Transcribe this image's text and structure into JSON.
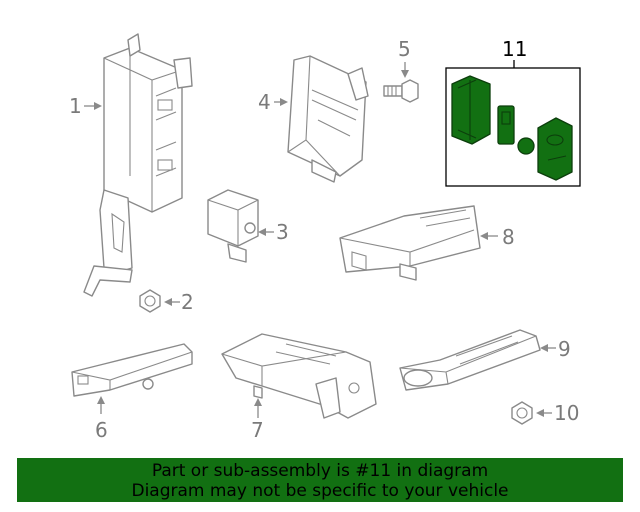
{
  "callouts": {
    "c1": "1",
    "c2": "2",
    "c3": "3",
    "c4": "4",
    "c5": "5",
    "c6": "6",
    "c7": "7",
    "c8": "8",
    "c9": "9",
    "c10": "10",
    "c11": "11"
  },
  "highlight_color": "#127012",
  "footer": {
    "line1": "Part or sub-assembly is #11 in diagram",
    "line2": "Diagram may not be specific to your vehicle"
  }
}
